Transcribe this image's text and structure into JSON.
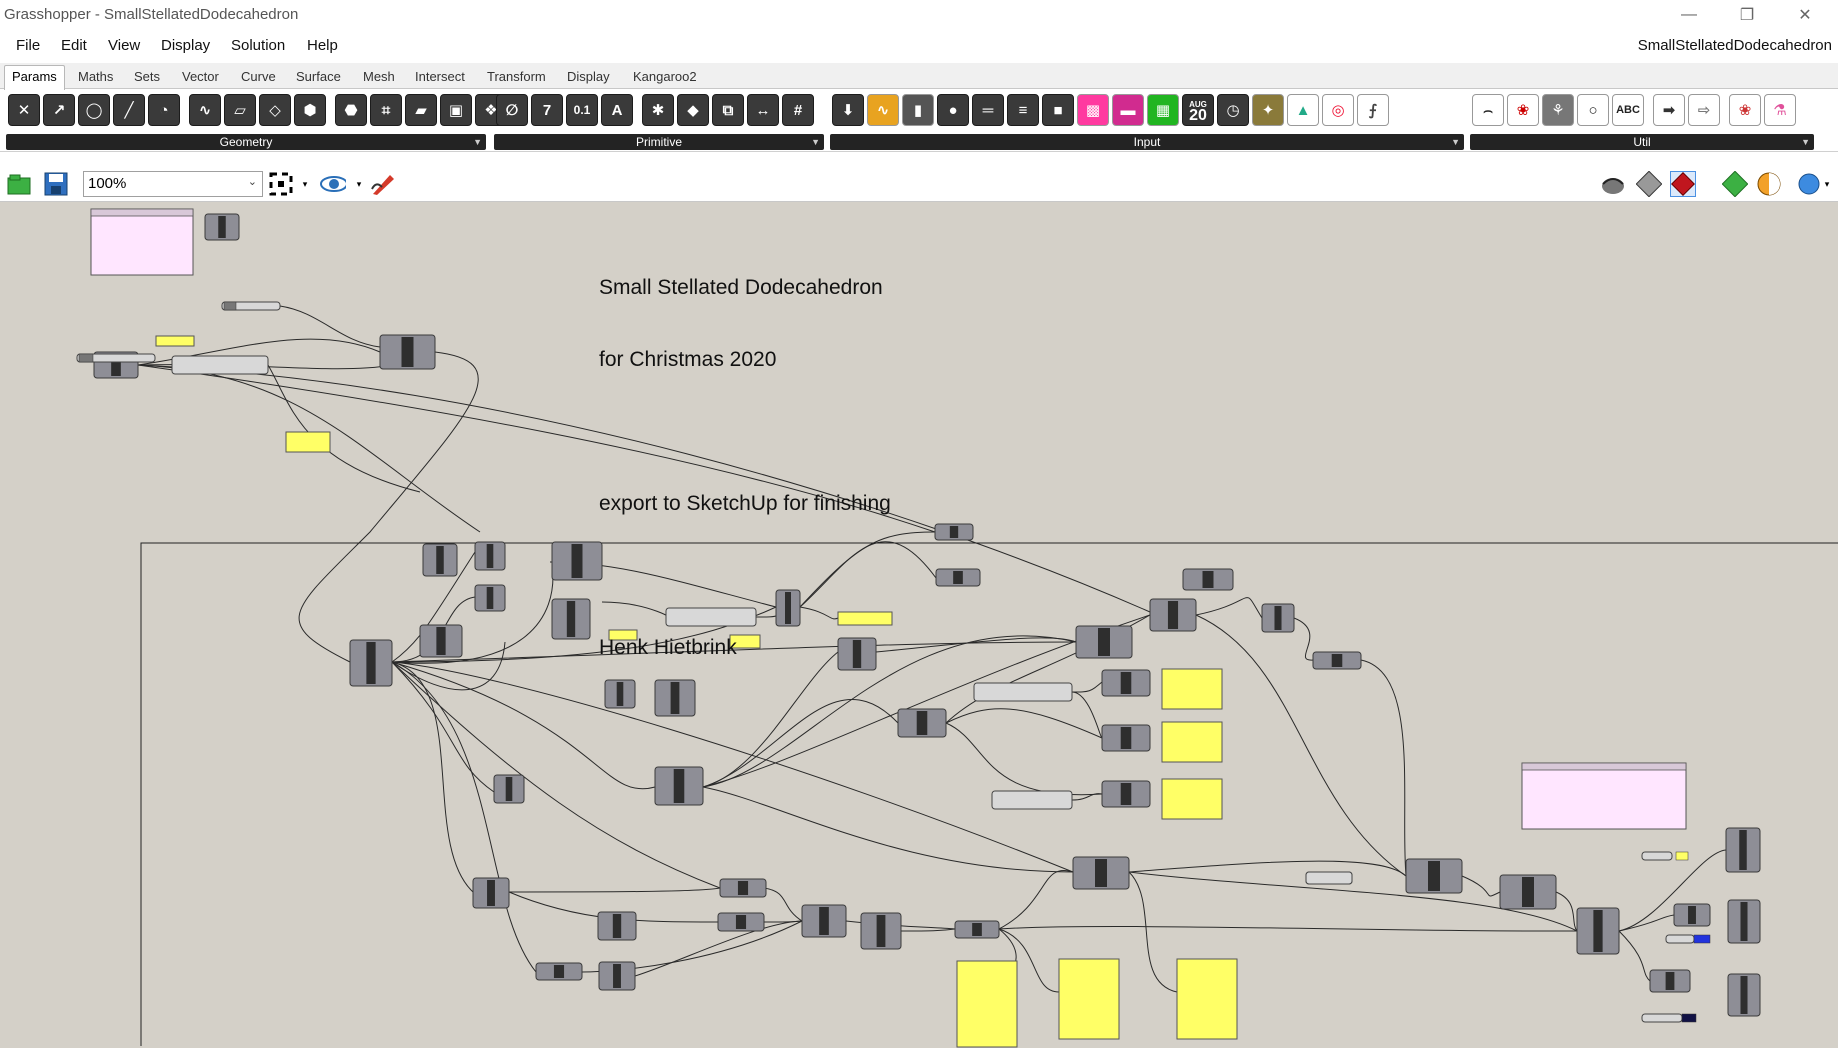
{
  "window": {
    "title": "Grasshopper - SmallStellatedDodecahedron",
    "minimize_glyph": "—",
    "maximize_glyph": "❐",
    "close_glyph": "✕"
  },
  "menu": {
    "items": [
      "File",
      "Edit",
      "View",
      "Display",
      "Solution",
      "Help"
    ],
    "document_name": "SmallStellatedDodecahedron"
  },
  "tabs": [
    "Params",
    "Maths",
    "Sets",
    "Vector",
    "Curve",
    "Surface",
    "Mesh",
    "Intersect",
    "Transform",
    "Display",
    "Kangaroo2"
  ],
  "active_tab": "Params",
  "ribbon": {
    "panels": [
      {
        "caption": "Geometry",
        "icons": [
          "curve-param-icon",
          "arrow-param-icon",
          "circle-param-icon",
          "line-param-icon",
          "geometry-param-icon",
          "path-param-icon",
          "surface-param-icon",
          "brep-param-icon",
          "field-param-icon",
          "mesh-param-icon",
          "meshface-param-icon",
          "plane-param-icon",
          "box-param-icon",
          "group-param-icon"
        ]
      },
      {
        "caption": "Primitive",
        "icons": [
          "number-param-icon",
          "integer-param-icon",
          "domain-param-icon",
          "text-param-icon",
          "boolean-param-icon",
          "colour-param-icon",
          "path-data-icon",
          "matrix-param-icon",
          "grid-param-icon"
        ]
      },
      {
        "caption": "Input",
        "icons": [
          "data-input-icon",
          "graph-mapper-icon",
          "toggle-icon",
          "button-icon",
          "slider-icon",
          "panel-list-icon",
          "value-list-icon",
          "swatch-icon",
          "gradient-icon",
          "checklist-icon",
          "calendar-icon",
          "clock-icon",
          "md-slider-icon",
          "control-knob-icon",
          "colour-wheel-icon",
          "image-sampler-icon"
        ]
      },
      {
        "caption": "Util",
        "icons": [
          "cluster-icon",
          "cherries-icon",
          "tree-icon",
          "circle-util-icon",
          "spell-icon",
          "arrow-right-icon",
          "arrow-outline-icon",
          "galapagos-icon",
          "flask-icon"
        ]
      }
    ],
    "calendar_month": "AUG",
    "calendar_day": "20",
    "text_glyph": "A",
    "seven_glyph": "7",
    "domain_glyph": "0.1",
    "spell_glyph": "ABC"
  },
  "canvas_toolbar": {
    "zoom": "100%"
  },
  "canvas": {
    "note_lines": [
      "Small Stellated Dodecahedron",
      "for Christmas 2020",
      "",
      "export to SketchUp for finishing",
      "",
      "Henk Hietbrink"
    ],
    "background": "#d4d0c8",
    "node_color": "#8e8e96",
    "panel_yellow": "#ffff66",
    "group_pink": "#ffe6ff"
  }
}
